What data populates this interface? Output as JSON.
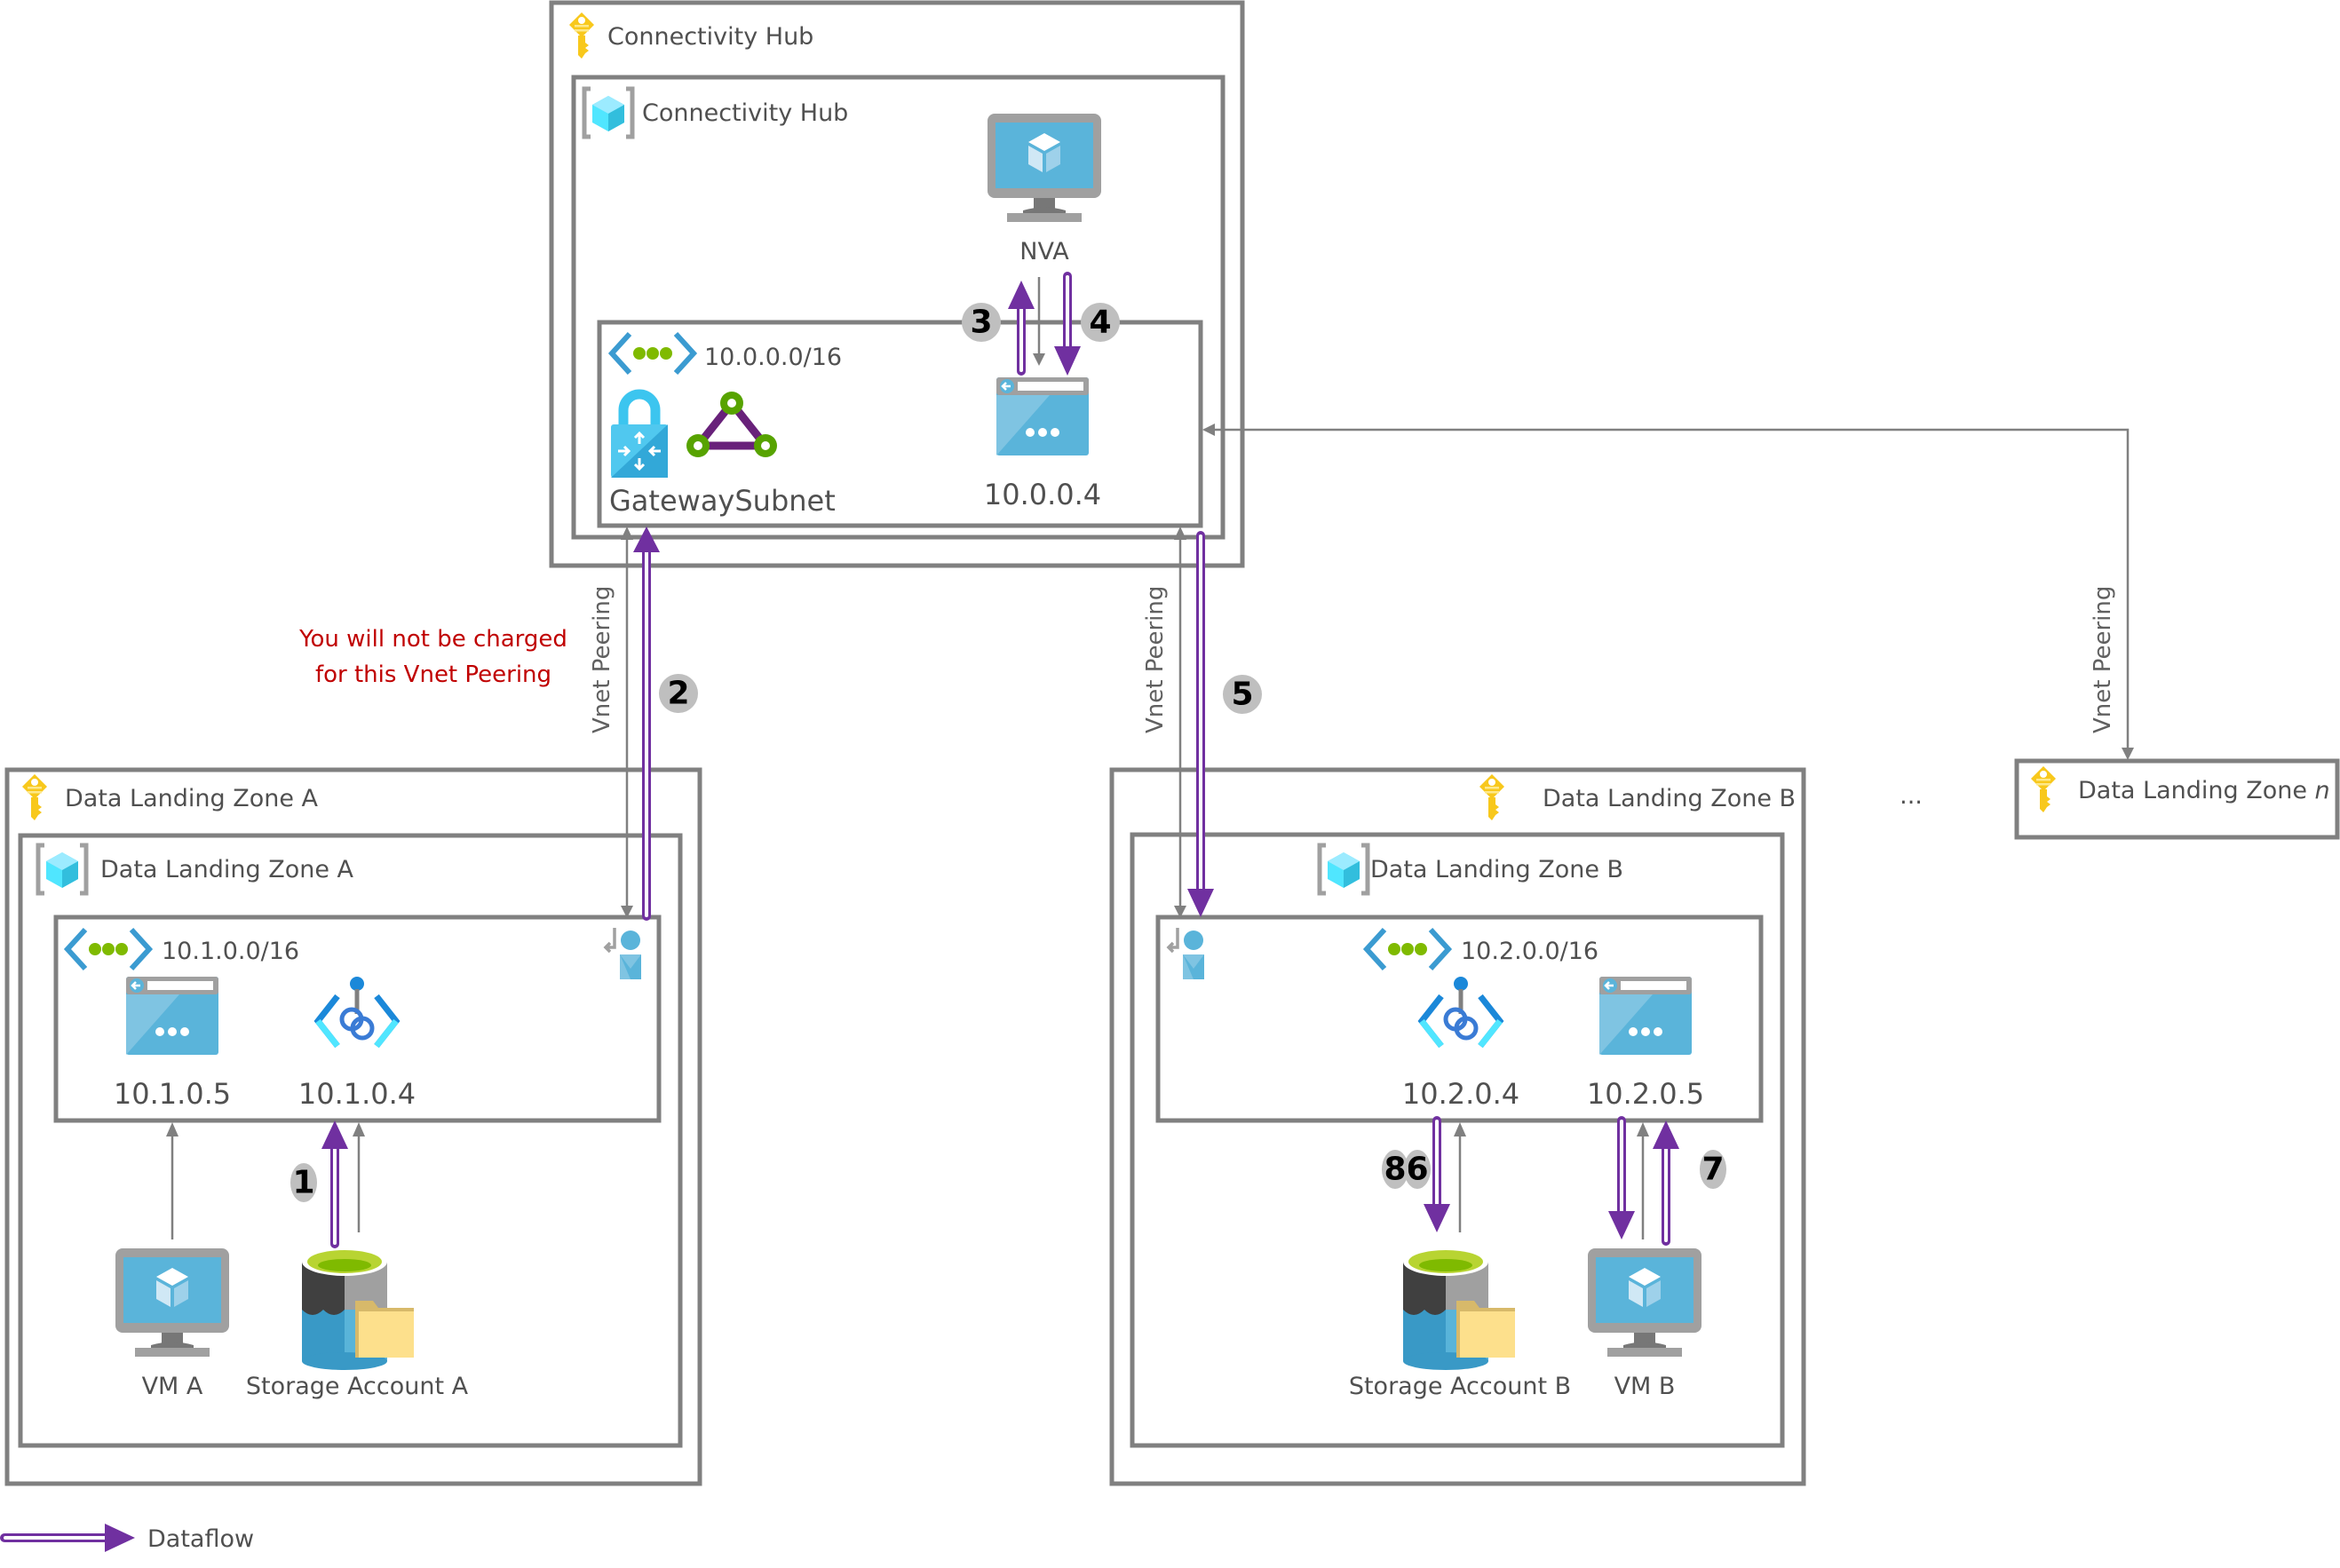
{
  "hub": {
    "subscription_label": "Connectivity Hub",
    "resource_group_label": "Connectivity Hub",
    "vnet_cidr": "10.0.0.0/16",
    "gateway_subnet_label": "GatewaySubnet",
    "nva_label": "NVA",
    "nva_ip": "10.0.0.4"
  },
  "zone_a": {
    "subscription_label": "Data Landing Zone A",
    "resource_group_label": "Data Landing Zone A",
    "vnet_cidr": "10.1.0.0/16",
    "nic_ip": "10.1.0.5",
    "private_endpoint_ip": "10.1.0.4",
    "vm_label": "VM A",
    "storage_label": "Storage Account A"
  },
  "zone_b": {
    "subscription_label": "Data Landing Zone B",
    "resource_group_label": "Data Landing Zone B",
    "vnet_cidr": "10.2.0.0/16",
    "private_endpoint_ip": "10.2.0.4",
    "nic_ip": "10.2.0.5",
    "vm_label": "VM B",
    "storage_label": "Storage Account B"
  },
  "zone_n": {
    "label_prefix": "Data Landing Zone ",
    "label_suffix": "n"
  },
  "ellipsis": "...",
  "peering_label": "Vnet Peering",
  "charge_note": [
    "You will not be charged",
    "for this Vnet Peering"
  ],
  "steps": [
    "1",
    "2",
    "3",
    "4",
    "5",
    "6",
    "7",
    "8"
  ],
  "legend": {
    "dataflow_label": "Dataflow"
  },
  "colors": {
    "dataflow": "#7030a0",
    "border": "#808080",
    "note": "#c00000",
    "badge": "#bfbfbf"
  }
}
